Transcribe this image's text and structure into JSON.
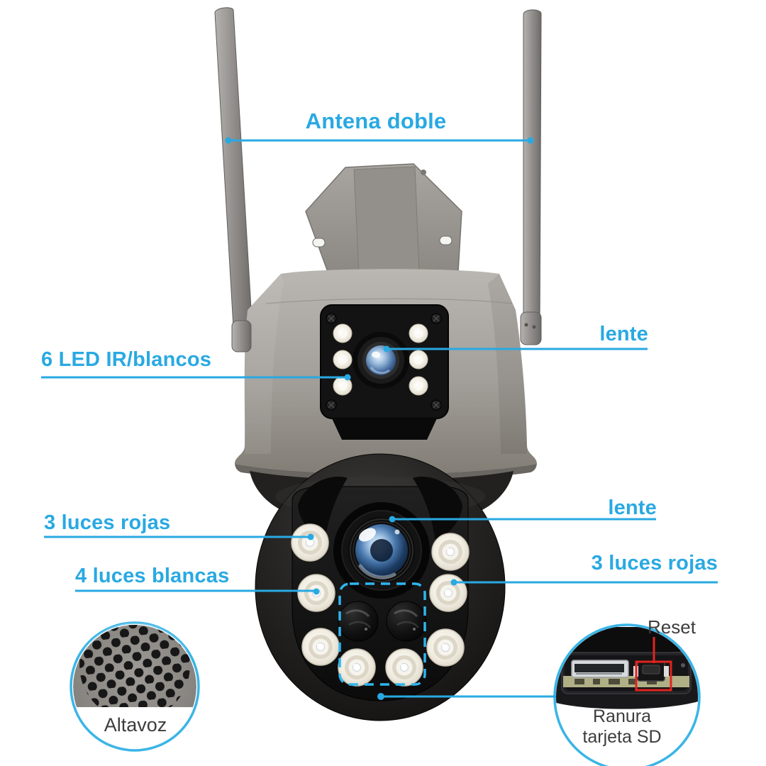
{
  "annotations": {
    "antena": {
      "label": "Antena doble"
    },
    "lente_top": {
      "label": "lente"
    },
    "led_ir": {
      "label": "6 LED IR/blancos"
    },
    "luces_rojas_left": {
      "label": "3 luces rojas"
    },
    "luces_blancas": {
      "label": "4 luces blancas"
    },
    "lente_bottom": {
      "label": "lente"
    },
    "luces_rojas_right": {
      "label": "3 luces rojas"
    },
    "reset": {
      "label": "Reset"
    },
    "altavoz": {
      "label": "Altavoz"
    },
    "ranura_sd": {
      "line1": "Ranura",
      "line2": "tarjeta SD"
    }
  },
  "colors": {
    "accent_blue": "#29a9e2",
    "dashed_blue": "#2eb6ee",
    "inset_ring_blue": "#3ab5e6",
    "reset_red": "#e3231e",
    "dark_text": "#3d3d3d",
    "background": "#ffffff"
  }
}
